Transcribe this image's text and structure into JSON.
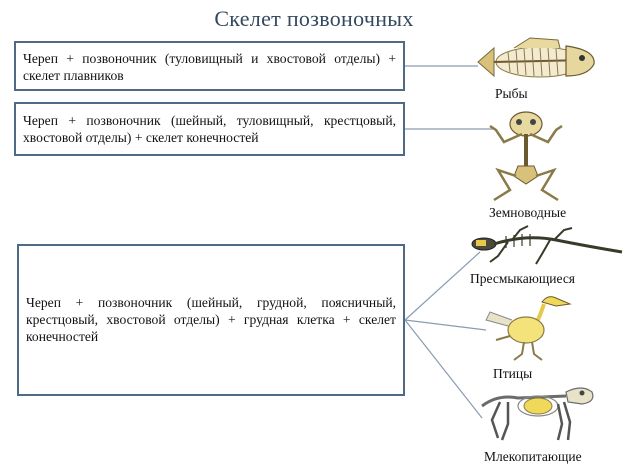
{
  "title": "Скелет позвоночных",
  "boxes": {
    "fish_box": "Череп + позвоночник (туловищный и хвостовой отделы) + скелет плавников",
    "amphibian_box": "Череп + позвоночник (шейный, туловищный, крестцовый, хвостовой отделы) + скелет конечностей",
    "terrestrial_box": "Череп + позвоночник (шейный, грудной, поясничный, крестцовый, хвостовой отделы) + грудная клетка + скелет конечностей"
  },
  "animals": {
    "fish": "Рыбы",
    "amphibians": "Земноводные",
    "reptiles": "Пресмыкающиеся",
    "birds": "Птицы",
    "mammals": "Млекопитающие"
  },
  "colors": {
    "title": "#34495e",
    "box_border": "#4e6a86",
    "connector": "#8a9cb0",
    "bone": "#e8d9a0"
  }
}
